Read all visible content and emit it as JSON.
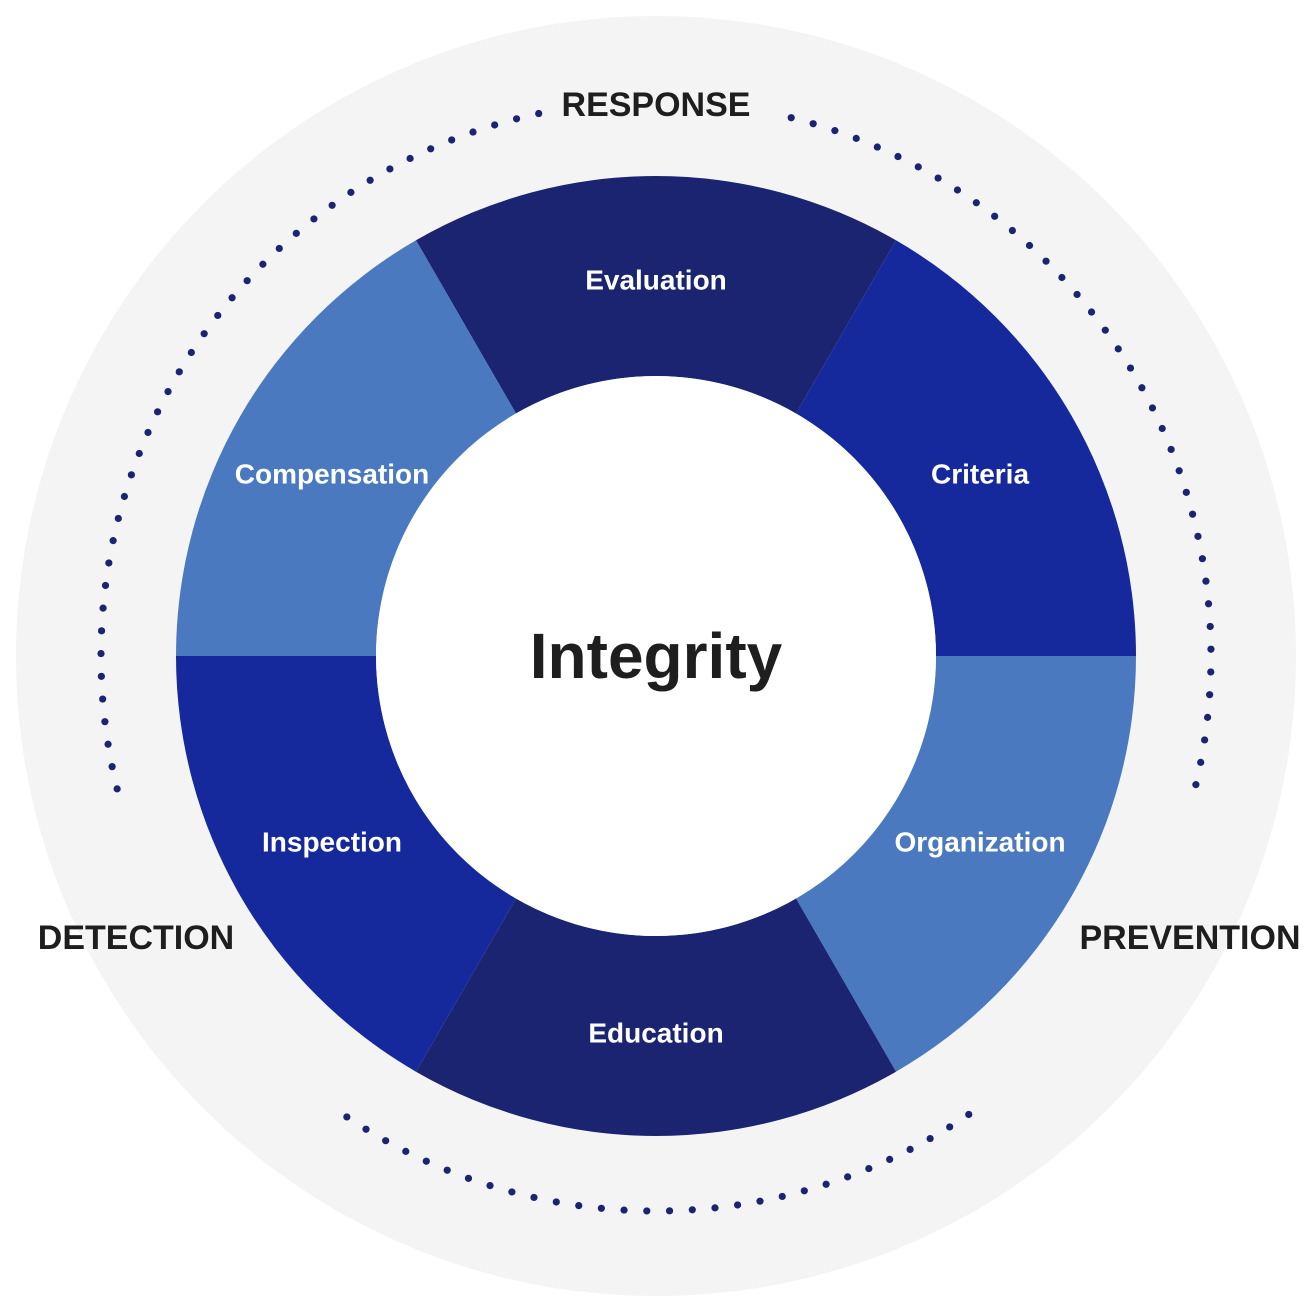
{
  "diagram": {
    "center_label": "Integrity",
    "segments": [
      {
        "label": "Evaluation",
        "color": "#1a2470"
      },
      {
        "label": "Criteria",
        "color": "#15299d"
      },
      {
        "label": "Organization",
        "color": "#4b79c0"
      },
      {
        "label": "Education",
        "color": "#1a2470"
      },
      {
        "label": "Inspection",
        "color": "#15299d"
      },
      {
        "label": "Compensation",
        "color": "#4b79c0"
      }
    ],
    "phases": {
      "top": "RESPONSE",
      "right": "PREVENTION",
      "left": "DETECTION"
    },
    "colors": {
      "background_disc": "#f4f4f5",
      "dots": "#1a2470",
      "center_fill": "#ffffff",
      "text_dark": "#1e1e1e",
      "text_light": "#ffffff"
    }
  }
}
